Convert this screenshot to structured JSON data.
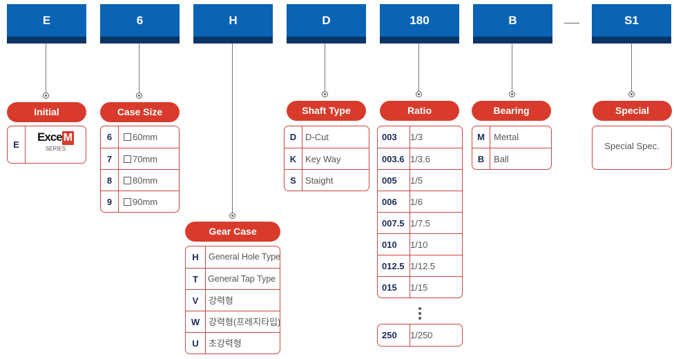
{
  "codes": [
    "E",
    "6",
    "H",
    "D",
    "180",
    "B",
    "S1"
  ],
  "sections": {
    "initial": {
      "title": "Initial",
      "key": "E",
      "logo_text": "Exce",
      "logo_mark": "M",
      "logo_sub": "SERIES"
    },
    "case_size": {
      "title": "Case Size",
      "rows": [
        {
          "k": "6",
          "v": "60mm"
        },
        {
          "k": "7",
          "v": "70mm"
        },
        {
          "k": "8",
          "v": "80mm"
        },
        {
          "k": "9",
          "v": "90mm"
        }
      ]
    },
    "gear_case": {
      "title": "Gear Case",
      "rows": [
        {
          "k": "H",
          "v": "General Hole Type"
        },
        {
          "k": "T",
          "v": "General Tap Type"
        },
        {
          "k": "V",
          "v": "강력형"
        },
        {
          "k": "W",
          "v": "강력형(프레지타입)"
        },
        {
          "k": "U",
          "v": "초강력형"
        }
      ]
    },
    "shaft_type": {
      "title": "Shaft Type",
      "rows": [
        {
          "k": "D",
          "v": "D-Cut"
        },
        {
          "k": "K",
          "v": "Key Way"
        },
        {
          "k": "S",
          "v": "Staight"
        }
      ]
    },
    "ratio": {
      "title": "Ratio",
      "rows": [
        {
          "k": "003",
          "v": "1/3"
        },
        {
          "k": "003.6",
          "v": "1/3.6"
        },
        {
          "k": "005",
          "v": "1/5"
        },
        {
          "k": "006",
          "v": "1/6"
        },
        {
          "k": "007.5",
          "v": "1/7.5"
        },
        {
          "k": "010",
          "v": "1/10"
        },
        {
          "k": "012.5",
          "v": "1/12.5"
        },
        {
          "k": "015",
          "v": "1/15"
        }
      ],
      "last": {
        "k": "250",
        "v": "1/250"
      }
    },
    "bearing": {
      "title": "Bearing",
      "rows": [
        {
          "k": "M",
          "v": "Mertal"
        },
        {
          "k": "B",
          "v": "Ball"
        }
      ]
    },
    "special": {
      "title": "Special",
      "text": "Special Spec."
    }
  }
}
